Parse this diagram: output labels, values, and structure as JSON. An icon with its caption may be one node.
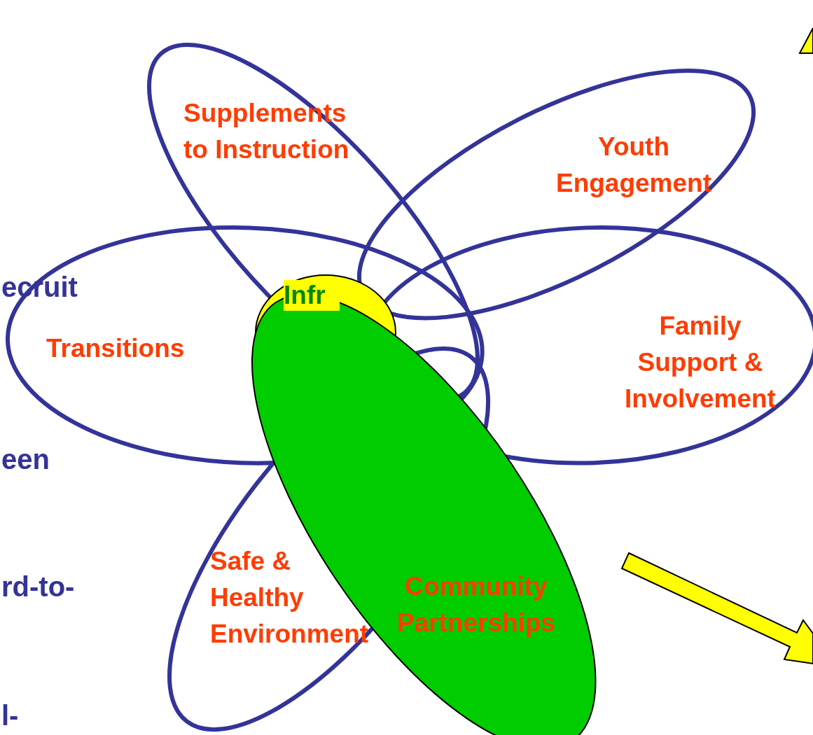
{
  "diagram": {
    "nodes": [
      {
        "text": [
          "Supplements to Instruction"
        ]
      },
      {
        "text": [
          "Youth Engagement"
        ]
      },
      {
        "text": [
          "Transitions"
        ]
      },
      {
        "text": [
          "Infr"
        ]
      },
      {
        "text": [
          "Family Support & Involvement"
        ]
      },
      {
        "text": [
          "Safe & Healthy Environment"
        ]
      },
      {
        "text": [
          "Community Partnerships"
        ]
      }
    ],
    "labels": [
      "ecruit",
      "een",
      "rd-to-",
      "l-"
    ]
  }
}
